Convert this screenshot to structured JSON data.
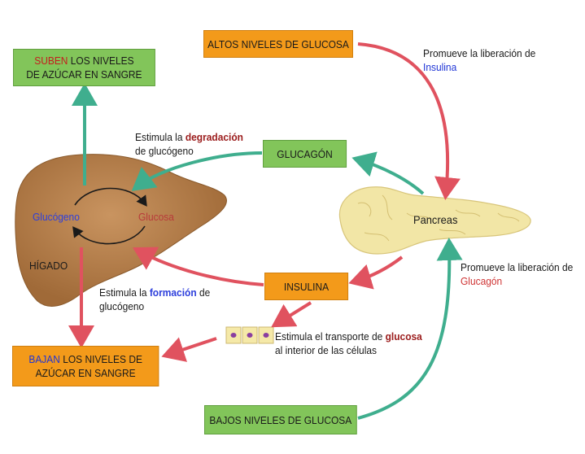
{
  "boxes": {
    "altos": "ALTOS NIVELES DE GLUCOSA",
    "suben_hl": "SUBEN",
    "suben_rest1": " LOS NIVELES",
    "suben_line2": "DE AZÚCAR EN SANGRE",
    "glucagon": "GLUCAGÓN",
    "insulina": "INSULINA",
    "bajan_hl": "BAJAN",
    "bajan_rest1": " LOS NIVELES DE",
    "bajan_line2": "AZÚCAR EN SANGRE",
    "bajos": "BAJOS NIVELES DE GLUCOSA"
  },
  "labels": {
    "promueve_insulina_1": "Promueve la liberación de",
    "promueve_insulina_2": "Insulina",
    "degradacion_pre": "Estimula la ",
    "degradacion_hl": "degradación",
    "degradacion_2": "de glucógeno",
    "pancreas": "Pancreas",
    "glucogeno": "Glucógeno",
    "glucosa": "Glucosa",
    "higado": "HÍGADO",
    "formacion_pre": "Estimula la ",
    "formacion_hl": "formación",
    "formacion_post": " de",
    "formacion_2": "glucógeno",
    "promueve_glucagon_1": "Promueve la liberación de",
    "promueve_glucagon_2": "Glucagón",
    "transporte_pre": "Estimula el transporte de ",
    "transporte_hl": "glucosa",
    "transporte_2": "al interior de las células"
  },
  "colors": {
    "red_arrow": "#e0525f",
    "teal_arrow": "#3fae8e",
    "orange_box": "#f39a1a",
    "green_box": "#82c55a",
    "liver": "#b07a45",
    "pancreas": "#f2e6a6"
  },
  "icons": {
    "liver": "liver-organ",
    "pancreas": "pancreas-organ",
    "cells": "cells-icon"
  }
}
